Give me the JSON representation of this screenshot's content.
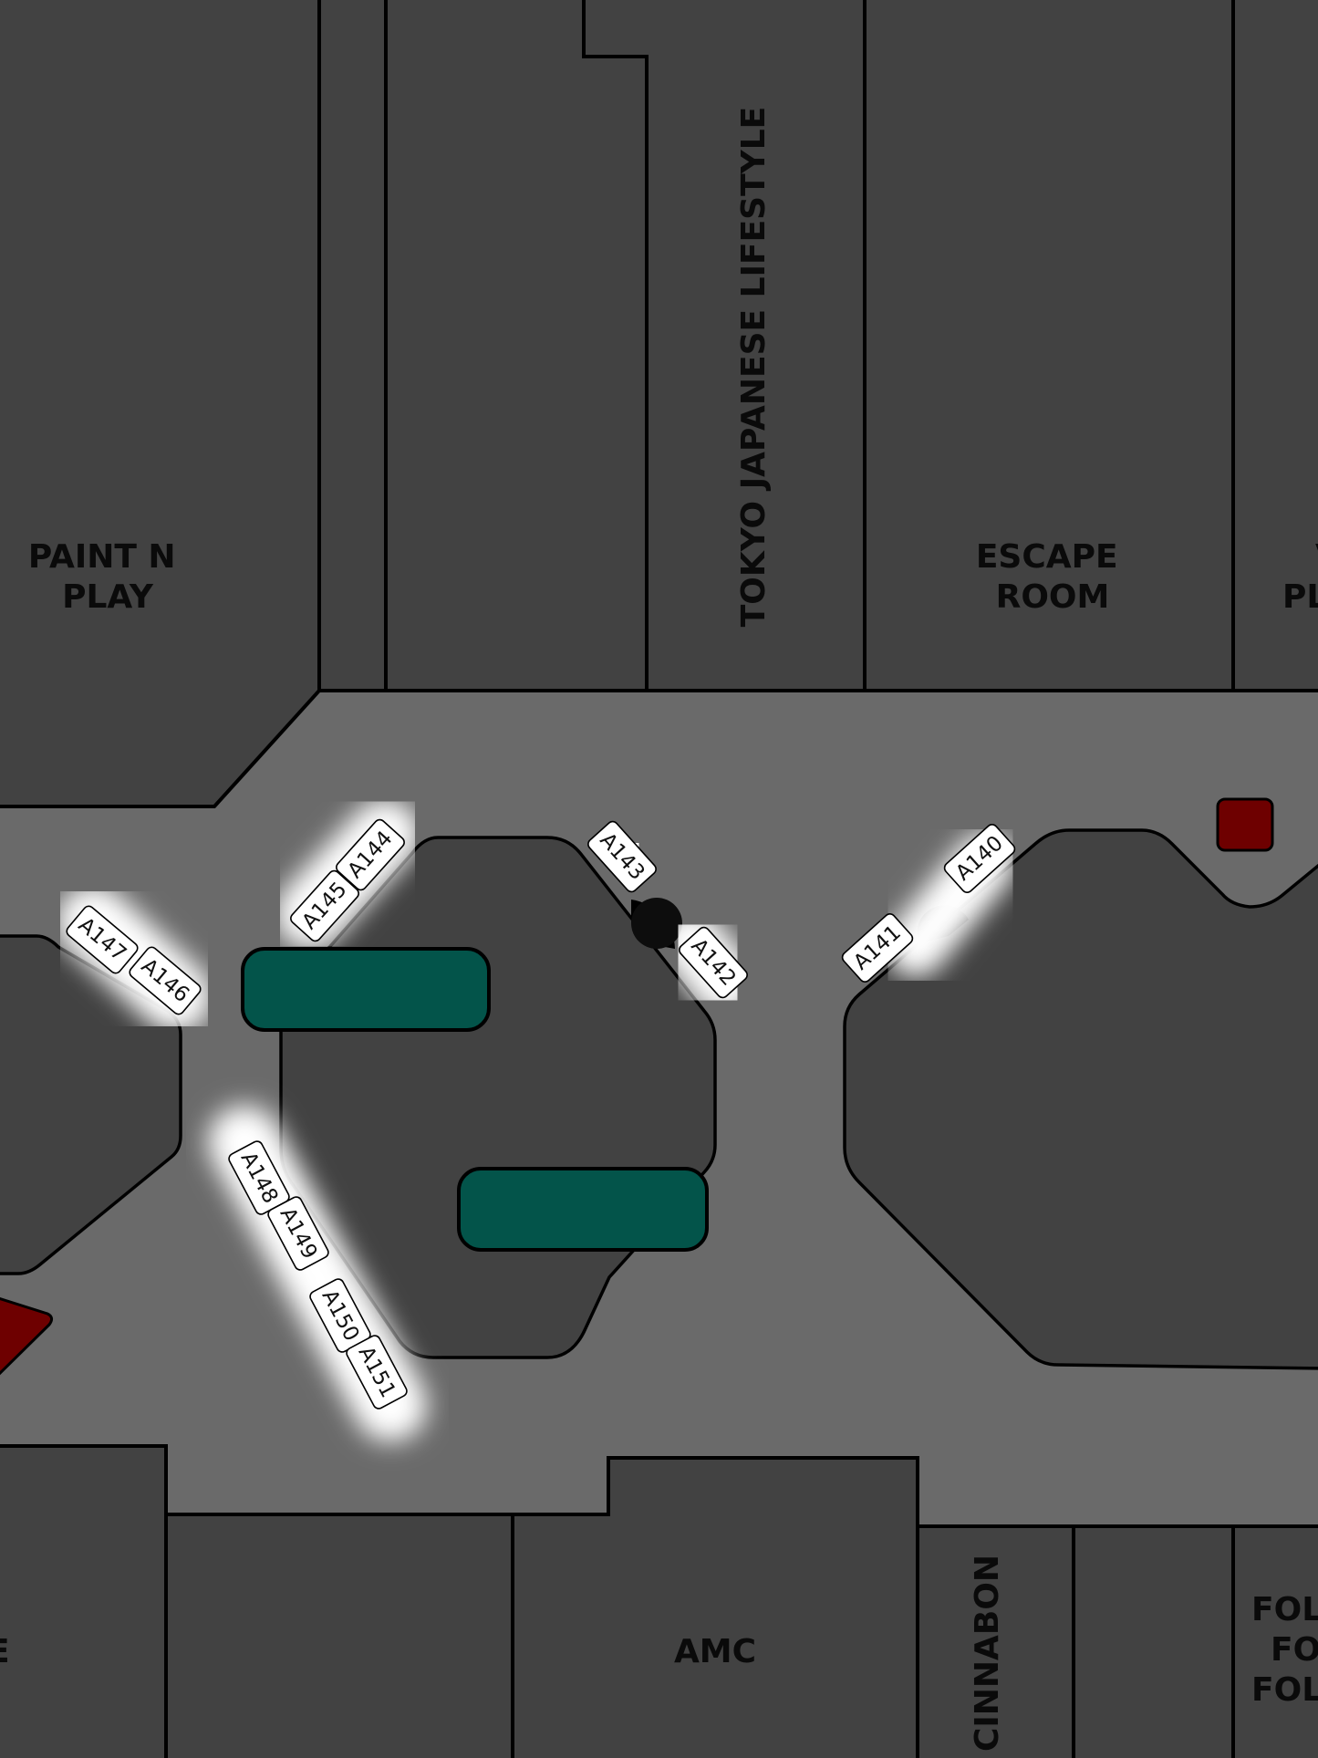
{
  "stores": {
    "paint_n_play": [
      "PAINT N",
      "PLAY"
    ],
    "tokyo_japanese_lifestyle": "TOKYO JAPANESE LIFESTYLE",
    "escape_room": [
      "ESCAPE",
      "ROOM"
    ],
    "right_partial_top": [
      "V",
      "PL"
    ],
    "left_partial_bottom": "E",
    "amc": "AMC",
    "cinnabon": "CINNABON",
    "right_partial_bottom": [
      "FOL",
      "FO",
      "FOL"
    ]
  },
  "booths": [
    "A140",
    "A141",
    "A142",
    "A143",
    "A144",
    "A145",
    "A146",
    "A147",
    "A148",
    "A149",
    "A150",
    "A151"
  ],
  "colors": {
    "corridor": "#6a6a6a",
    "store": "#424242",
    "bench": "#03544a",
    "marker": "#6e0000",
    "booth": "#ffffff"
  }
}
